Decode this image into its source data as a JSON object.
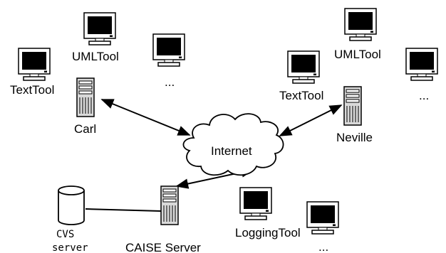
{
  "nodes": {
    "carl": {
      "host": "Carl",
      "tools": {
        "text_tool": "TextTool",
        "uml_tool": "UMLTool",
        "more": "..."
      }
    },
    "neville": {
      "host": "Neville",
      "tools": {
        "text_tool": "TextTool",
        "uml_tool": "UMLTool",
        "more": "..."
      }
    },
    "internet": {
      "label": "Internet"
    },
    "caise_server": {
      "label": "CAISE Server",
      "tools": {
        "logging_tool": "LoggingTool",
        "more": "..."
      }
    },
    "cvs": {
      "line1": "CVS",
      "line2": "server"
    }
  },
  "colors": {
    "line": "#000000",
    "screen": "#000000",
    "fill": "#ffffff",
    "tower": "#d9d9d9"
  }
}
